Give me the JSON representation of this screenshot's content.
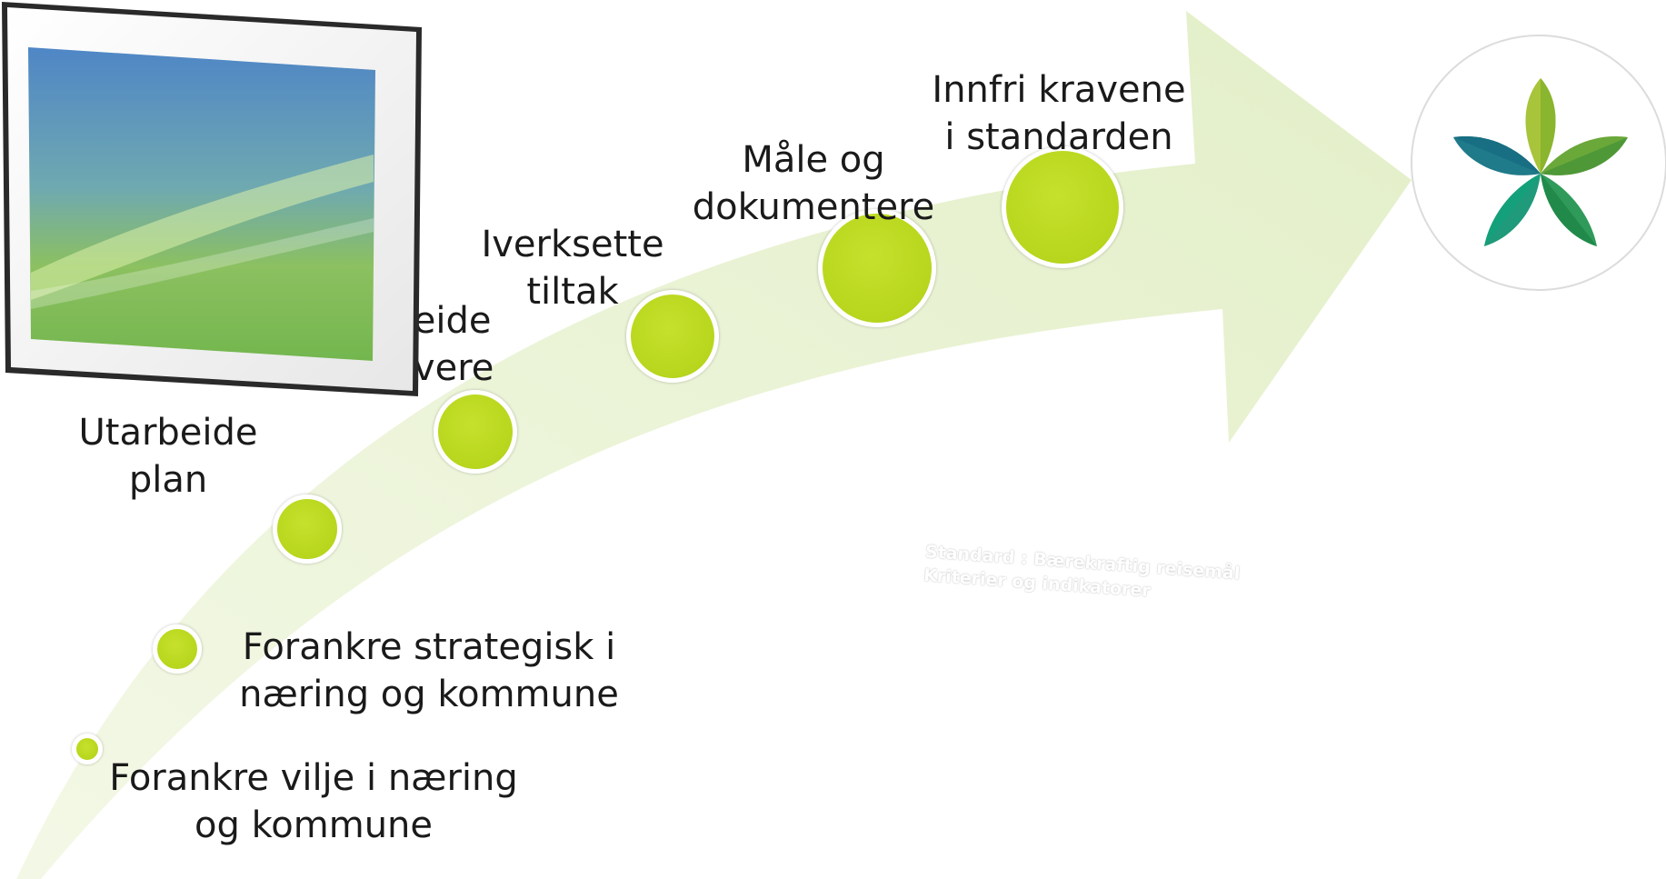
{
  "steps": [
    {
      "label": "Forankre vilje  i næring\nog kommune"
    },
    {
      "label": "Forankre strategisk i\nnæring og kommune"
    },
    {
      "label": "Utarbeide\nplan"
    },
    {
      "label": "Samarbeide\nog involvere"
    },
    {
      "label": "Iverksette\ntiltak"
    },
    {
      "label": "Måle og\ndokumentere"
    },
    {
      "label": "Innfri kravene\ni standarden"
    }
  ],
  "document": {
    "title_line1": "Standard : Bærekraftig reisemål",
    "title_line2": "Kriterier og indikatorer",
    "subtitle": "Innovasjon Norge – Mars 2013"
  },
  "logo": {
    "icon": "leaf-star-logo-icon"
  },
  "colors": {
    "arrow": "#e8f2d0",
    "dot": "#bcd81f",
    "doc_top": "#4f86c6",
    "doc_bottom": "#7dbb52"
  }
}
